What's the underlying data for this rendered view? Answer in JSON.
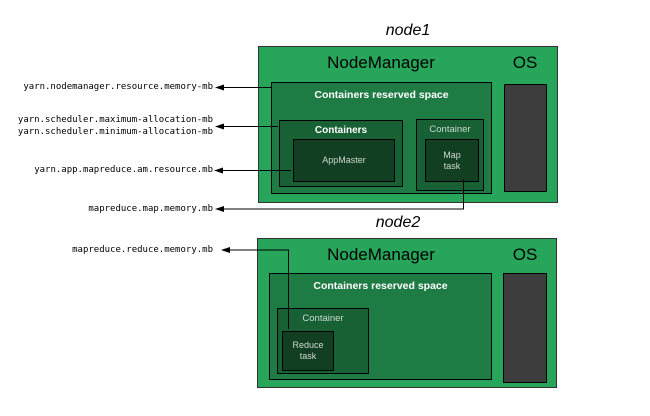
{
  "node1": {
    "title": "node1",
    "nodemanager": "NodeManager",
    "os": "OS",
    "reserved": "Containers reserved space",
    "containers": "Containers",
    "appmaster": "AppMaster",
    "container": "Container",
    "task_line1": "Map",
    "task_line2": "task"
  },
  "node2": {
    "title": "node2",
    "nodemanager": "NodeManager",
    "os": "OS",
    "reserved": "Containers reserved space",
    "container": "Container",
    "task_line1": "Reduce",
    "task_line2": "task"
  },
  "config_labels": {
    "nm_memory": "yarn.nodemanager.resource.memory-mb",
    "sched_max": "yarn.scheduler.maximum-allocation-mb",
    "sched_min": "yarn.scheduler.minimum-allocation-mb",
    "am_resource": "yarn.app.mapreduce.am.resource.mb",
    "map_memory": "mapreduce.map.memory.mb",
    "reduce_memory": "mapreduce.reduce.memory.mb"
  },
  "colors": {
    "node_fill": "#27a55a",
    "reserved_fill": "#1e7b44",
    "container_fill": "#176135",
    "task_fill": "#123e22",
    "os_fill": "#3d3d3d",
    "line_color": "#000000"
  }
}
